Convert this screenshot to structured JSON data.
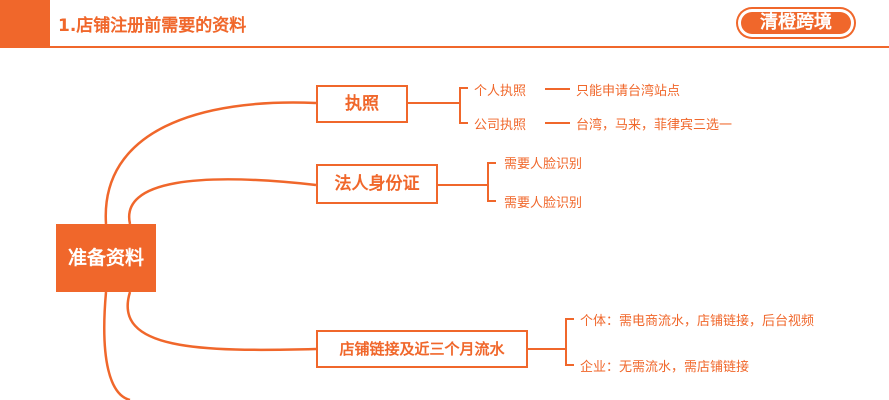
{
  "header": {
    "title": "1.店铺注册前需要的资料",
    "brand": "清橙跨境"
  },
  "colors": {
    "accent": "#f0672b",
    "background": "#ffffff"
  },
  "mindmap": {
    "root": "准备资料",
    "branches": [
      {
        "label": "执照",
        "children": [
          {
            "label": "个人执照",
            "detail": "只能申请台湾站点"
          },
          {
            "label": "公司执照",
            "detail": "台湾，马来，菲律宾三选一"
          }
        ]
      },
      {
        "label": "法人身份证",
        "children": [
          {
            "label": "需要人脸识别"
          },
          {
            "label": "需要人脸识别"
          }
        ]
      },
      {
        "label": "店铺链接及近三个月流水",
        "children": [
          {
            "label": "个体：需电商流水，店铺链接，后台视频"
          },
          {
            "label": "企业：无需流水，需店铺链接"
          }
        ]
      }
    ]
  }
}
